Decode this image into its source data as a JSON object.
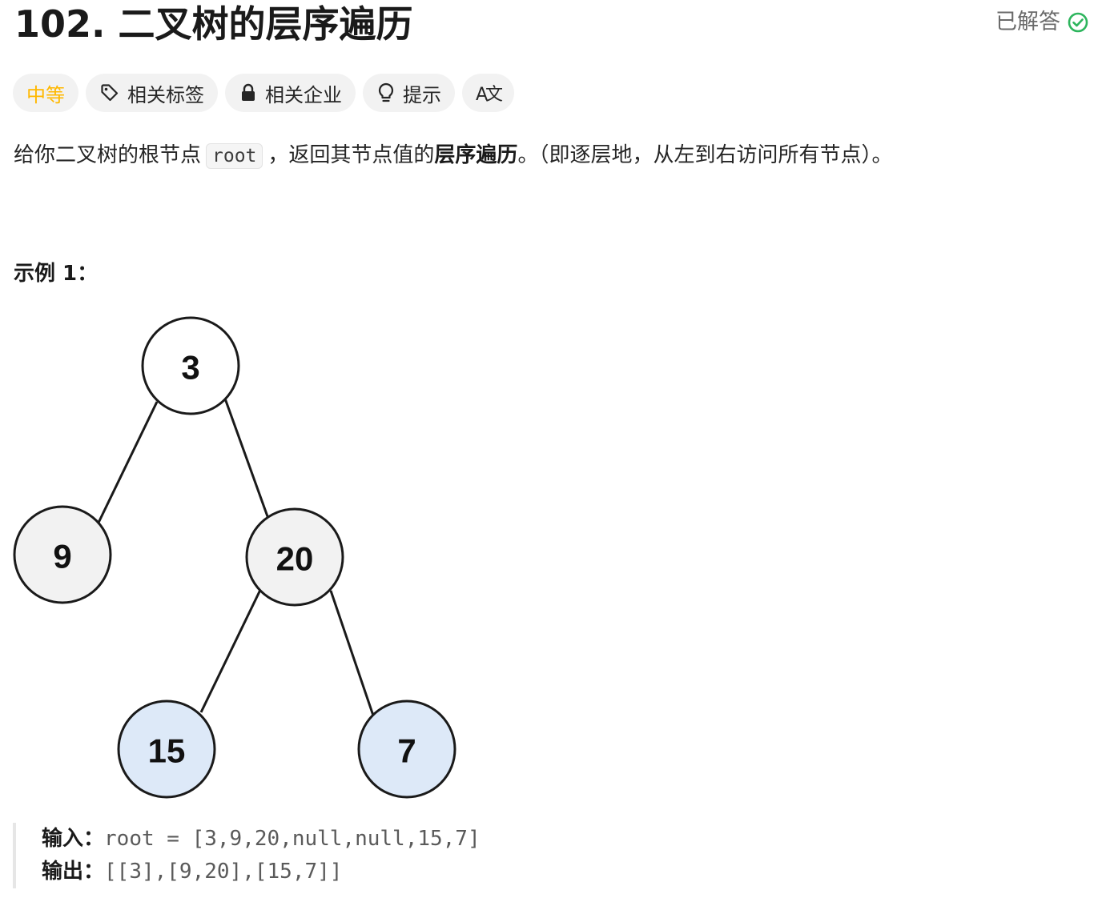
{
  "problem": {
    "title": "102. 二叉树的层序遍历",
    "status_label": "已解答"
  },
  "tags": {
    "difficulty": "中等",
    "related_tags": "相关标签",
    "related_companies": "相关企业",
    "hint": "提示",
    "translate": "A文"
  },
  "description": {
    "part1": "给你二叉树的根节点",
    "code": "root",
    "part2": "，返回其节点值的",
    "bold": "层序遍历",
    "part3": "。（即逐层地，从左到右访问所有节点）。"
  },
  "example": {
    "title": "示例 1：",
    "input_label": "输入：",
    "input_value": "root = [3,9,20,null,null,15,7]",
    "output_label": "输出：",
    "output_value": "[[3],[9,20],[15,7]]"
  },
  "tree": {
    "nodes": [
      {
        "id": "n3",
        "label": "3",
        "level": 0,
        "fill": "#ffffff"
      },
      {
        "id": "n9",
        "label": "9",
        "level": 1,
        "fill": "#f2f2f2"
      },
      {
        "id": "n20",
        "label": "20",
        "level": 1,
        "fill": "#f2f2f2"
      },
      {
        "id": "n15",
        "label": "15",
        "level": 2,
        "fill": "#dde9f8"
      },
      {
        "id": "n7",
        "label": "7",
        "level": 2,
        "fill": "#dde9f8"
      }
    ]
  },
  "colors": {
    "difficulty_medium": "#ffb800",
    "solved_check": "#2db55d",
    "leaf_fill": "#dde9f8"
  },
  "icons": {
    "tag": "tag-icon",
    "lock": "lock-icon",
    "hint": "lightbulb-icon",
    "solved": "check-circle-icon"
  }
}
